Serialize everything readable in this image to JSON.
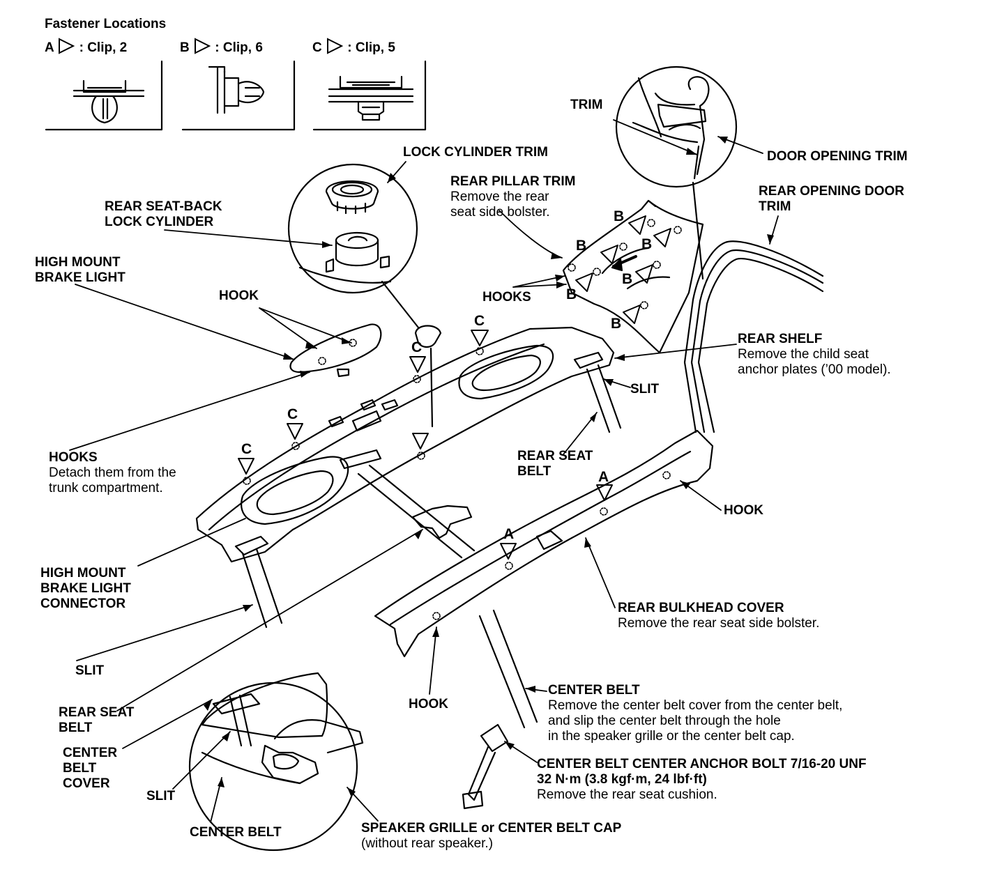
{
  "fastener_locations": {
    "title": "Fastener Locations",
    "clips": [
      {
        "letter": "A",
        "text": ": Clip, 2"
      },
      {
        "letter": "B",
        "text": ": Clip, 6"
      },
      {
        "letter": "C",
        "text": ": Clip, 5"
      }
    ]
  },
  "labels": {
    "trim": "TRIM",
    "door_opening_trim": "DOOR OPENING TRIM",
    "rear_opening_door_trim": [
      "REAR OPENING DOOR",
      "TRIM"
    ],
    "lock_cylinder_trim": "LOCK CYLINDER TRIM",
    "rear_pillar_trim": {
      "title": "REAR PILLAR TRIM",
      "note": [
        "Remove the rear",
        "seat side bolster."
      ]
    },
    "rear_seatback_lock_cylinder": [
      "REAR SEAT-BACK",
      "LOCK CYLINDER"
    ],
    "high_mount_brake_light": [
      "HIGH MOUNT",
      "BRAKE LIGHT"
    ],
    "hook_top": "HOOK",
    "hooks_pillar": "HOOKS",
    "rear_shelf": {
      "title": "REAR SHELF",
      "note": [
        "Remove the child seat",
        "anchor plates (’00 model)."
      ]
    },
    "slit_right": "SLIT",
    "rear_seat_belt_right": [
      "REAR SEAT",
      "BELT"
    ],
    "hooks_left": {
      "title": "HOOKS",
      "note": [
        "Detach them from the",
        "trunk compartment."
      ]
    },
    "hook_right": "HOOK",
    "high_mount_brake_light_connector": [
      "HIGH MOUNT",
      "BRAKE LIGHT",
      "CONNECTOR"
    ],
    "rear_bulkhead_cover": {
      "title": "REAR BULKHEAD COVER",
      "note": "Remove the rear seat side bolster."
    },
    "slit_left": "SLIT",
    "rear_seat_belt_left": [
      "REAR SEAT",
      "BELT"
    ],
    "center_belt_cover": [
      "CENTER",
      "BELT",
      "COVER"
    ],
    "slit_bottom": "SLIT",
    "center_belt_bottom": "CENTER BELT",
    "hook_bottom": "HOOK",
    "center_belt": {
      "title": "CENTER BELT",
      "note": [
        "Remove the center belt cover from the center belt,",
        "and slip the center belt through the hole",
        "in the speaker grille or the center belt cap."
      ]
    },
    "anchor_bolt": {
      "title": "CENTER BELT CENTER ANCHOR BOLT 7/16-20 UNF",
      "torque": "32 N·m (3.8 kgf·m, 24 lbf·ft)",
      "note": "Remove the rear seat cushion."
    },
    "speaker_grille": {
      "title": "SPEAKER GRILLE or CENTER BELT CAP",
      "note": "(without rear speaker.)"
    }
  },
  "markers": {
    "A": "A",
    "B": "B",
    "C": "C"
  }
}
